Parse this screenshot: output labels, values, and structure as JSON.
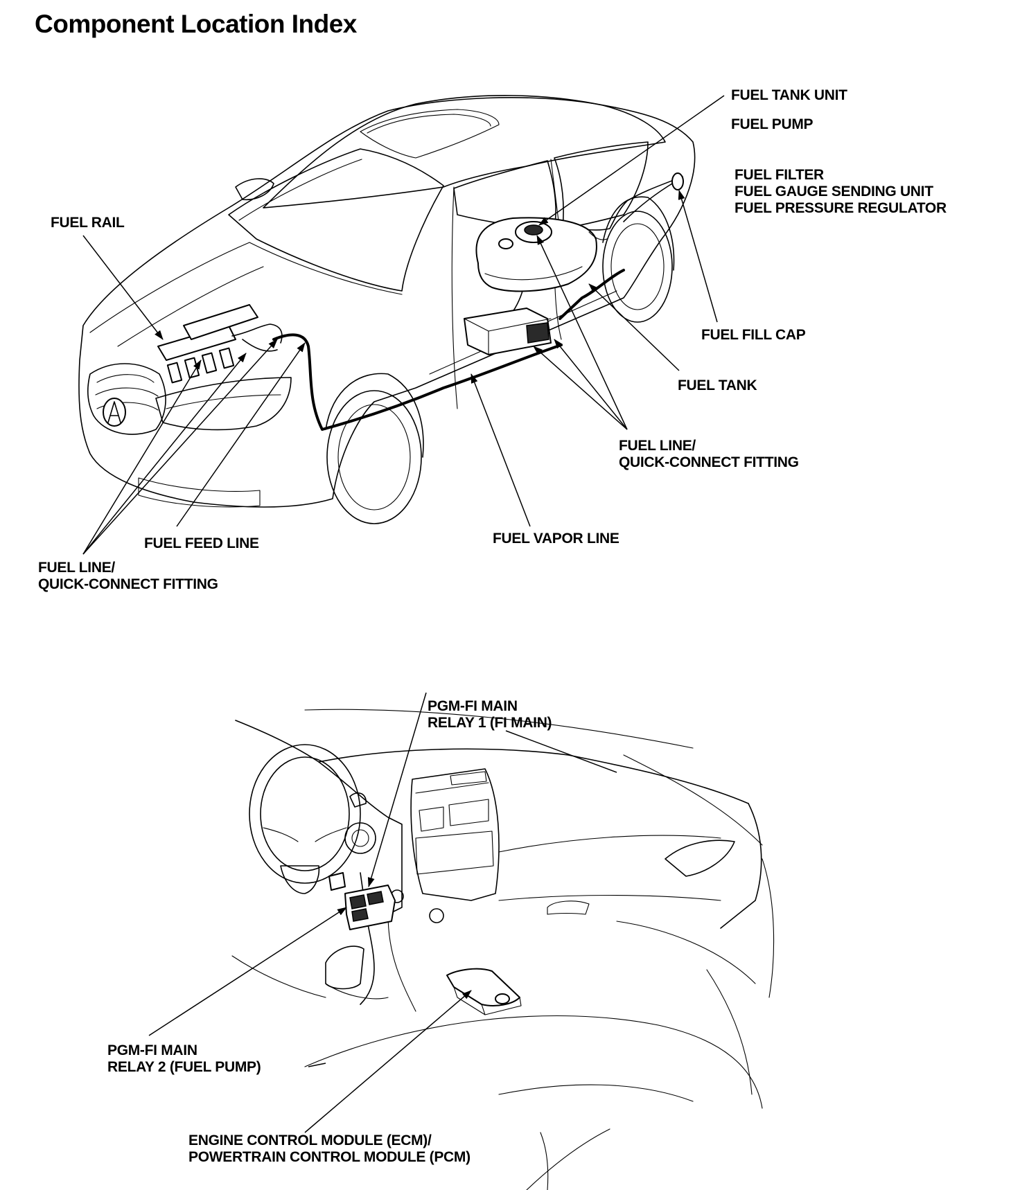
{
  "title": "Component Location Index",
  "labels": {
    "fuel_tank_unit": "FUEL TANK UNIT",
    "fuel_pump": "FUEL PUMP",
    "fuel_filter": "FUEL FILTER",
    "fuel_gauge_sending_unit": "FUEL GAUGE SENDING UNIT",
    "fuel_pressure_regulator": "FUEL PRESSURE REGULATOR",
    "fuel_rail": "FUEL RAIL",
    "fuel_fill_cap": "FUEL FILL CAP",
    "fuel_tank": "FUEL TANK",
    "fuel_line_rear_1": "FUEL LINE/",
    "fuel_line_rear_2": "QUICK-CONNECT FITTING",
    "fuel_feed_line": "FUEL FEED LINE",
    "fuel_vapor_line": "FUEL VAPOR LINE",
    "fuel_line_front_1": "FUEL LINE/",
    "fuel_line_front_2": "QUICK-CONNECT FITTING",
    "relay1_1": "PGM-FI MAIN",
    "relay1_2": "RELAY 1 (FI MAIN)",
    "relay2_1": "PGM-FI MAIN",
    "relay2_2": "RELAY 2 (FUEL PUMP)",
    "ecm_1": "ENGINE CONTROL MODULE (ECM)/",
    "ecm_2": "POWERTRAIN CONTROL MODULE (PCM)"
  }
}
